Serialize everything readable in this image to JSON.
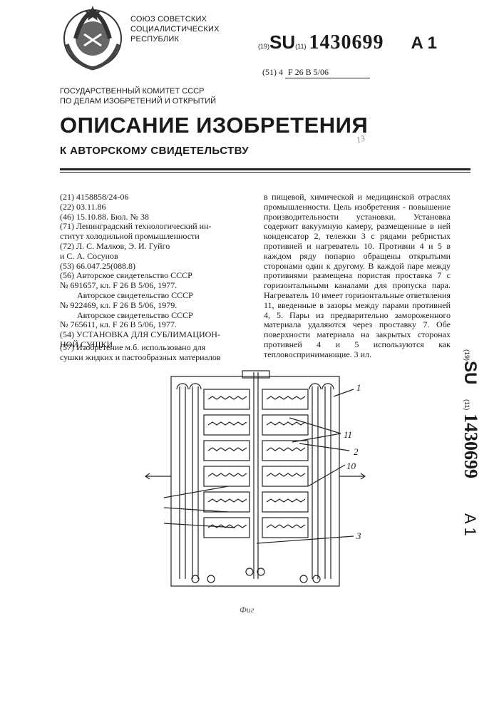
{
  "header": {
    "union": [
      "СОЮЗ СОВЕТСКИХ",
      "СОЦИАЛИСТИЧЕСКИХ",
      "РЕСПУБЛИК"
    ],
    "code19": "(19)",
    "country": "SU",
    "code11": "(11)",
    "number": "1430699",
    "kind": "A 1",
    "code51": "(51) 4",
    "ipc": "F 26 B 5/06",
    "committee": [
      "ГОСУДАРСТВЕННЫЙ КОМИТЕТ СССР",
      "ПО ДЕЛАМ ИЗОБРЕТЕНИЙ И ОТКРЫТИЙ"
    ],
    "title": "ОПИСАНИЕ ИЗОБРЕТЕНИЯ",
    "subtitle": "К АВТОРСКОМУ СВИДЕТЕЛЬСТВУ"
  },
  "biblio": [
    "(21) 4158858/24-06",
    "(22) 03.11.86",
    "(46) 15.10.88. Бюл. № 38",
    "(71) Ленинградский технологический ин-",
    "ститут холодильной промышленности",
    "(72) Л. С. Малков, Э. И. Гуйго",
    "и С. А. Сосунов",
    "(53) 66.047.25(088.8)",
    "(56) Авторское свидетельство СССР",
    "№ 691657, кл. F 26 B 5/06, 1977.",
    "Авторское свидетельство СССР",
    "№ 922469, кл. F 26 B 5/06, 1979.",
    "Авторское свидетельство СССР",
    "№ 765611, кл. F 26 B 5/06, 1977.",
    "(54) УСТАНОВКА ДЛЯ СУБЛИМАЦИОН-",
    "НОЙ СУШКИ"
  ],
  "abstract_left": [
    "(57) Изобретение м.б. использовано для",
    "сушки жидких и пастообразных материалов"
  ],
  "abstract_right": "в пищевой, химической и медицинской отраслях промышленности. Цель изобретения - повышение производительности установки. Установка содержит вакуумную камеру, размещенные в ней конденсатор 2, тележки 3 с рядами ребристых противней и нагреватель 10. Противни 4 и 5 в каждом ряду попарно обращены открытыми сторонами один к другому. В каждой паре между противнями размещена пористая проставка 7 с горизонтальными каналами для пропуска пара. Нагреватель 10 имеет горизонтальные ответвления 11, введенные в зазоры между парами противней 4, 5. Пары из предварительно замороженного материала удаляются через проставку 7. Обе поверхности материала на закрытых сторонах противней 4 и 5 используются как тепловоспринимающие. 3 ил.",
  "vertical": {
    "code19": "(19)",
    "country": "SU",
    "code11": "(11)",
    "number": "1430699",
    "kind": "A 1"
  },
  "figure": {
    "labels": [
      "1",
      "11",
      "2",
      "10",
      "3"
    ],
    "caption": "Фиг"
  },
  "stamp": "13"
}
